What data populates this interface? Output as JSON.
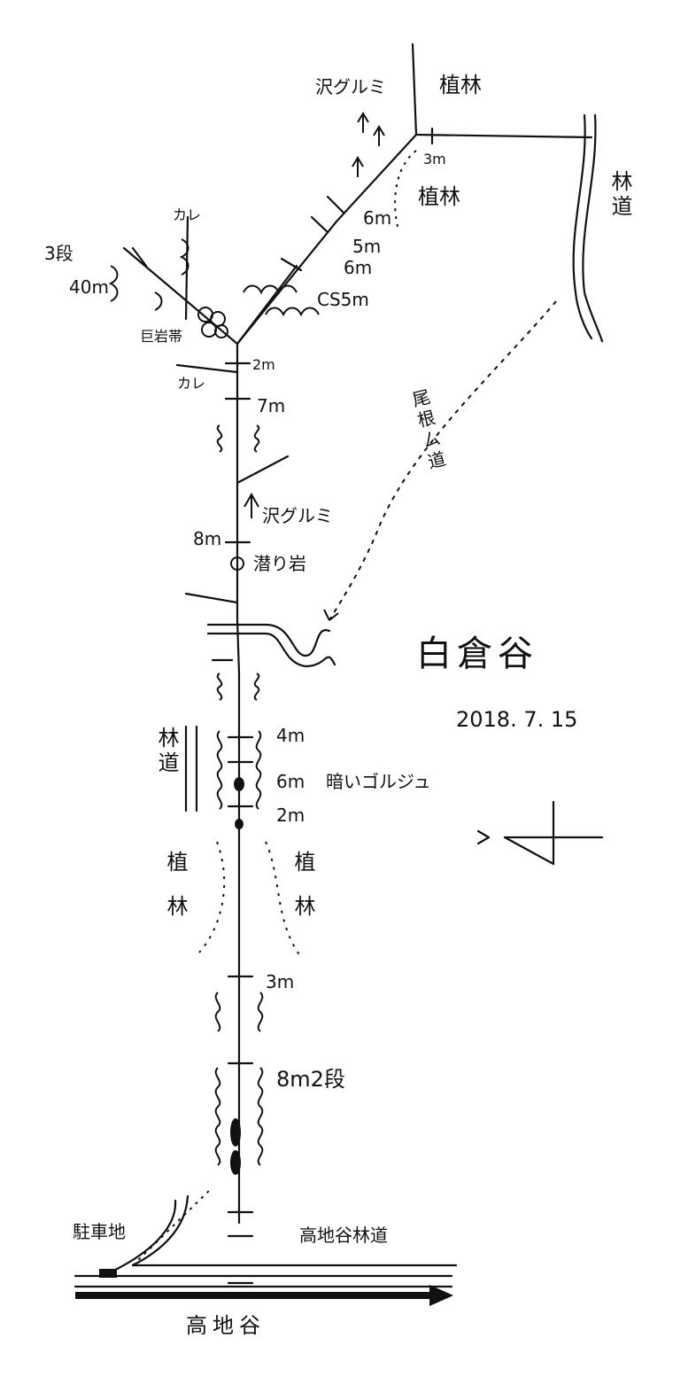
{
  "title": "白倉谷",
  "date": "2018. 7. 15",
  "north": "N",
  "labels": {
    "sawa_gurumi_top": "沢グルミ",
    "shokurin_tr": "植林",
    "shokurin_r": "植林",
    "rindo_r": "林道",
    "dan3": "3段",
    "m40": "40m",
    "kare1": "カレ",
    "kyoganta": "巨岩帯",
    "cs5m": "CS5m",
    "m6a": "6m",
    "m5a": "5m",
    "m6b": "6m",
    "m3a": "3m",
    "m2a": "2m",
    "kare2": "カレ",
    "m7": "7m",
    "sawa_gurumi_mid": "沢グルミ",
    "m8a": "8m",
    "moguri": "潜り岩",
    "onemichi": "尾根ㄙ道",
    "rindo_l": "林道",
    "m4": "4m",
    "m6c": "6m",
    "gorge": "暗いゴルジュ",
    "m2b": "2m",
    "shokurin_l": "植林",
    "shokurin_r2": "植林",
    "m3b": "3m",
    "m8b": "8m2段",
    "parking": "駐車地",
    "takachi_rindo": "高地谷林道",
    "takachidani": "高地谷"
  }
}
